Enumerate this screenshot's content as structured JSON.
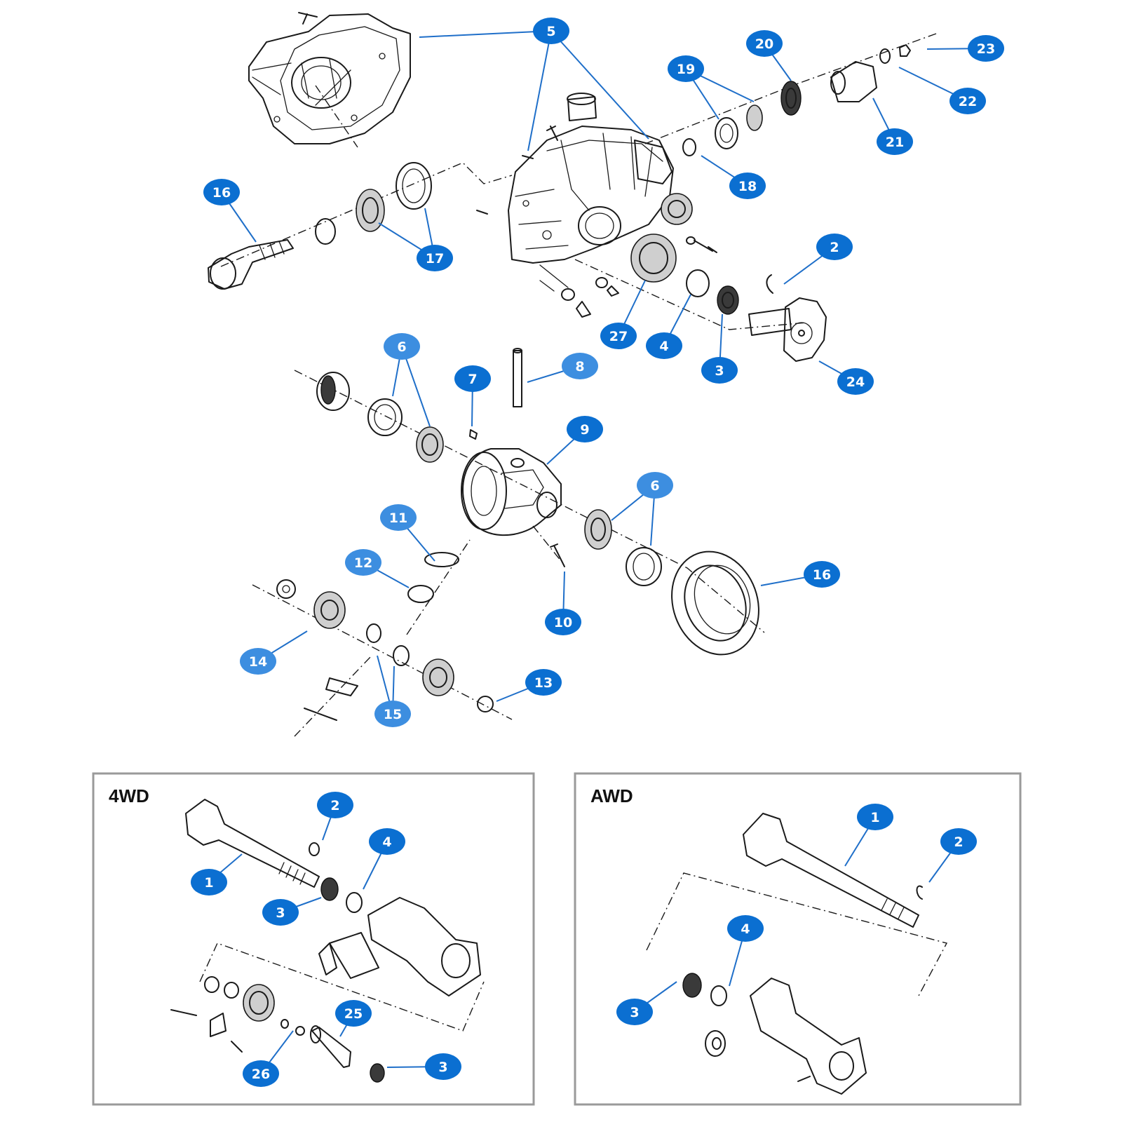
{
  "colors": {
    "callout_primary": "#0b6fd1",
    "callout_secondary": "#2b7fdc",
    "callout_light": "#3d8ee0",
    "leader": "#1f6fc9",
    "inset_border": "#9a9a9a"
  },
  "insets": {
    "fourwd_label": "4WD",
    "awd_label": "AWD"
  },
  "callouts": {
    "main": [
      "5",
      "20",
      "19",
      "23",
      "22",
      "21",
      "18",
      "16",
      "17",
      "2",
      "27",
      "4",
      "3",
      "24",
      "6",
      "7",
      "8",
      "9",
      "6",
      "11",
      "12",
      "16",
      "10",
      "14",
      "13",
      "15"
    ],
    "fourwd": [
      "2",
      "4",
      "1",
      "3",
      "25",
      "26",
      "3"
    ],
    "awd": [
      "1",
      "2",
      "4",
      "3"
    ]
  }
}
